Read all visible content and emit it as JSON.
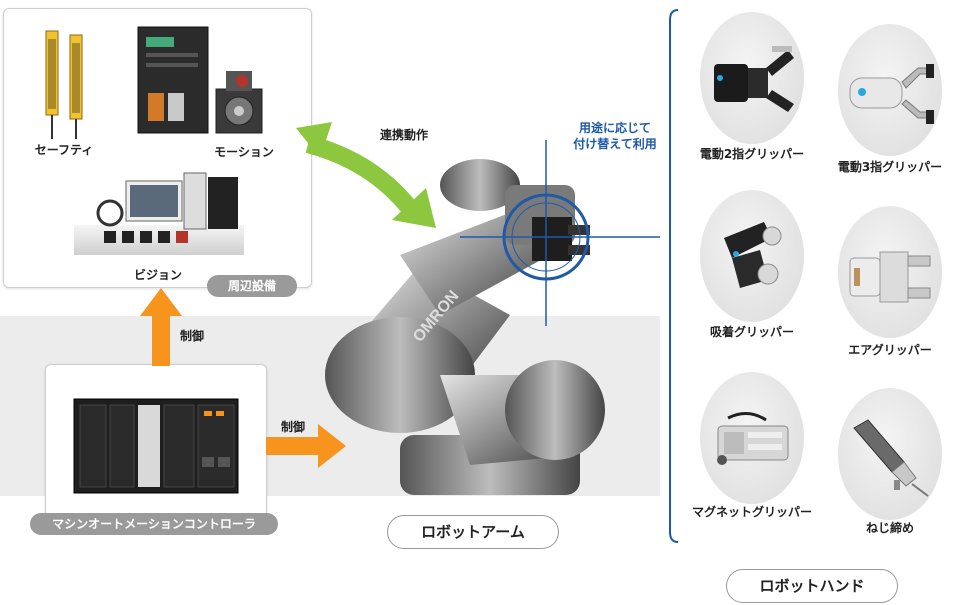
{
  "peripherals": {
    "title": "周辺設備",
    "safety": "セーフティ",
    "motion": "モーション",
    "vision": "ビジョン"
  },
  "controller": {
    "title": "マシンオートメーションコントローラ"
  },
  "arrows": {
    "control_up": "制御",
    "control_right": "制御",
    "cooperation": "連携動作"
  },
  "robot_arm": {
    "title": "ロボットアーム",
    "logo": "OMRON",
    "swap_note_line1": "用途に応じて",
    "swap_note_line2": "付け替えて利用"
  },
  "robot_hand": {
    "title": "ロボットハンド",
    "grippers": [
      "電動2指グリッパー",
      "電動3指グリッパー",
      "吸着グリッパー",
      "エアグリッパー",
      "マグネットグリッパー",
      "ねじ締め"
    ]
  },
  "colors": {
    "accent_blue": "#1e5aa8",
    "arrow_orange": "#f7941d",
    "arrow_green": "#8dc63f",
    "label_grey": "#9a9a9a"
  }
}
